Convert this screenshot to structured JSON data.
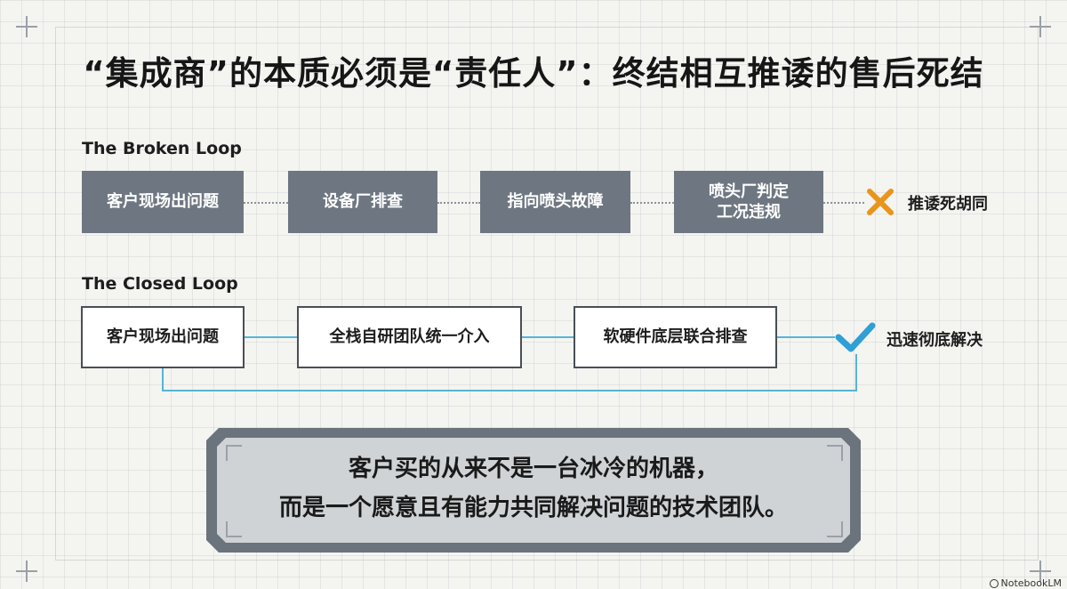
{
  "title": "“集成商”的本质必须是“责任人”：终结相互推诿的售后死结",
  "broken_loop": {
    "label": "The Broken Loop",
    "steps": [
      "客户现场出问题",
      "设备厂排查",
      "指向喷头故障",
      "喷头厂判定\n工况违规"
    ],
    "outcome": "推诿死胡同",
    "outcome_icon": "cross-icon",
    "outcome_color": "#e8951c"
  },
  "closed_loop": {
    "label": "The Closed Loop",
    "steps": [
      "客户现场出问题",
      "全栈自研团队统一介入",
      "软硬件底层联合排查"
    ],
    "outcome": "迅速彻底解决",
    "outcome_icon": "check-icon",
    "outcome_color": "#2f9fd6",
    "connector_color": "#55b6d4"
  },
  "quote": {
    "line1": "客户买的从来不是一台冰冷的机器，",
    "line2": "而是一个愿意且有能力共同解决问题的技术团队。"
  },
  "watermark": "NotebookLM"
}
